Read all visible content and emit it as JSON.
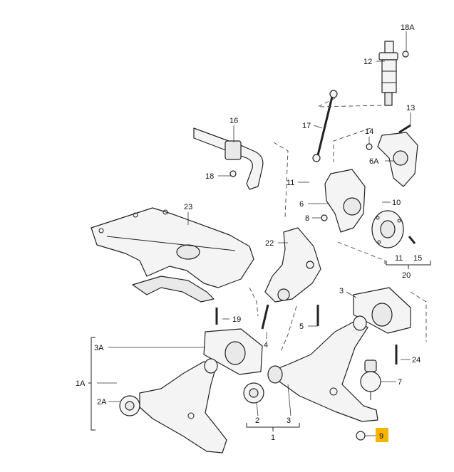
{
  "accent_color": "#f4b400",
  "callouts": {
    "c18A": "18A",
    "c12": "12",
    "c13": "13",
    "c14": "14",
    "c6A": "6A",
    "c16": "16",
    "c17": "17",
    "c18": "18",
    "c11a": "11",
    "c6": "6",
    "c10": "10",
    "c23": "23",
    "c8": "8",
    "c22": "22",
    "c11b": "11",
    "c15": "15",
    "c20": "20",
    "c19": "19",
    "c4": "4",
    "c3a": "3",
    "c5": "5",
    "c24": "24",
    "c3A": "3A",
    "c1A": "1A",
    "c7": "7",
    "c2A": "2A",
    "c2": "2",
    "c3b": "3",
    "c1": "1",
    "c9": "9"
  }
}
